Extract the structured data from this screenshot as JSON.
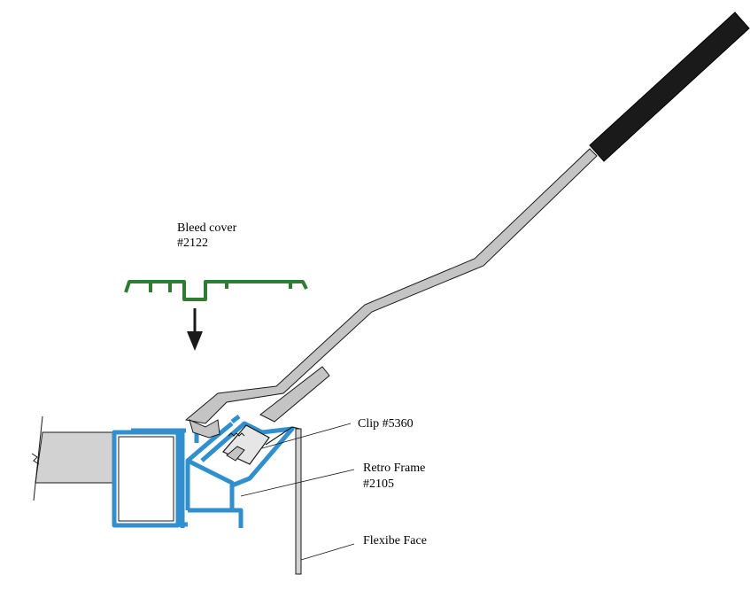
{
  "labels": {
    "bleed_cover_name": "Bleed cover",
    "bleed_cover_part": "#2122",
    "clip": "Clip #5360",
    "retro_frame_name": "Retro Frame",
    "retro_frame_part": "#2105",
    "flexible_face": "Flexibe Face"
  },
  "colors": {
    "bleed_cover": "#2e7d32",
    "retro_frame": "#2f8fcf",
    "tool_metal": "#c4c4c4",
    "tool_grip": "#1a1a1a",
    "fascia_fill": "#d2d2d2",
    "outline": "#1a1a1a"
  },
  "icons": {
    "arrow": "arrow-down-icon"
  }
}
